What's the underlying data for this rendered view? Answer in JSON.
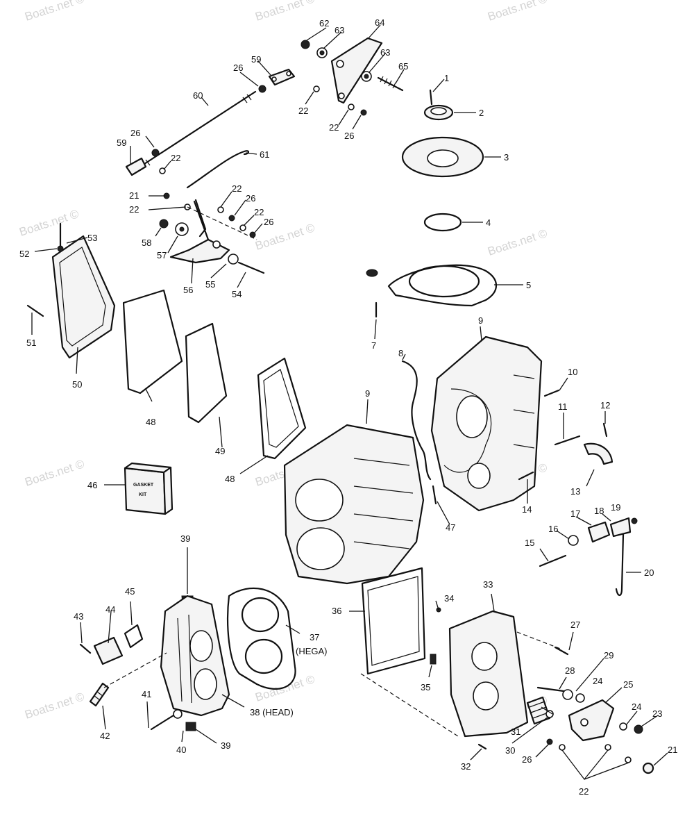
{
  "watermark": "Boats.net ©",
  "gasket_kit_box_text": [
    "GASKET",
    "KIT"
  ],
  "callouts": [
    {
      "id": "c1",
      "text": "1"
    },
    {
      "id": "c2",
      "text": "2"
    },
    {
      "id": "c3",
      "text": "3"
    },
    {
      "id": "c4",
      "text": "4"
    },
    {
      "id": "c5",
      "text": "5"
    },
    {
      "id": "c7",
      "text": "7"
    },
    {
      "id": "c8",
      "text": "8"
    },
    {
      "id": "c9a",
      "text": "9"
    },
    {
      "id": "c9b",
      "text": "9"
    },
    {
      "id": "c10",
      "text": "10"
    },
    {
      "id": "c11",
      "text": "11"
    },
    {
      "id": "c12",
      "text": "12"
    },
    {
      "id": "c13",
      "text": "13"
    },
    {
      "id": "c14",
      "text": "14"
    },
    {
      "id": "c15",
      "text": "15"
    },
    {
      "id": "c16",
      "text": "16"
    },
    {
      "id": "c17",
      "text": "17"
    },
    {
      "id": "c18",
      "text": "18"
    },
    {
      "id": "c19",
      "text": "19"
    },
    {
      "id": "c20",
      "text": "20"
    },
    {
      "id": "c21a",
      "text": "21"
    },
    {
      "id": "c21b",
      "text": "21"
    },
    {
      "id": "c22a",
      "text": "22"
    },
    {
      "id": "c22b",
      "text": "22"
    },
    {
      "id": "c22c",
      "text": "22"
    },
    {
      "id": "c22d",
      "text": "22"
    },
    {
      "id": "c22e",
      "text": "22"
    },
    {
      "id": "c22f",
      "text": "22"
    },
    {
      "id": "c22g",
      "text": "22"
    },
    {
      "id": "c23",
      "text": "23"
    },
    {
      "id": "c24a",
      "text": "24"
    },
    {
      "id": "c24b",
      "text": "24"
    },
    {
      "id": "c25",
      "text": "25"
    },
    {
      "id": "c26a",
      "text": "26"
    },
    {
      "id": "c26b",
      "text": "26"
    },
    {
      "id": "c26c",
      "text": "26"
    },
    {
      "id": "c26d",
      "text": "26"
    },
    {
      "id": "c26e",
      "text": "26"
    },
    {
      "id": "c26f",
      "text": "26"
    },
    {
      "id": "c27",
      "text": "27"
    },
    {
      "id": "c28",
      "text": "28"
    },
    {
      "id": "c29",
      "text": "29"
    },
    {
      "id": "c30",
      "text": "30"
    },
    {
      "id": "c31",
      "text": "31"
    },
    {
      "id": "c32",
      "text": "32"
    },
    {
      "id": "c33",
      "text": "33"
    },
    {
      "id": "c34",
      "text": "34"
    },
    {
      "id": "c35",
      "text": "35"
    },
    {
      "id": "c36",
      "text": "36"
    },
    {
      "id": "c37",
      "text": "37"
    },
    {
      "id": "c37b",
      "text": "(HEGA)"
    },
    {
      "id": "c38",
      "text": "38 (HEAD)"
    },
    {
      "id": "c39a",
      "text": "39"
    },
    {
      "id": "c39b",
      "text": "39"
    },
    {
      "id": "c40",
      "text": "40"
    },
    {
      "id": "c41",
      "text": "41"
    },
    {
      "id": "c42",
      "text": "42"
    },
    {
      "id": "c43",
      "text": "43"
    },
    {
      "id": "c44",
      "text": "44"
    },
    {
      "id": "c45",
      "text": "45"
    },
    {
      "id": "c46",
      "text": "46"
    },
    {
      "id": "c47",
      "text": "47"
    },
    {
      "id": "c48a",
      "text": "48"
    },
    {
      "id": "c48b",
      "text": "48"
    },
    {
      "id": "c49",
      "text": "49"
    },
    {
      "id": "c50",
      "text": "50"
    },
    {
      "id": "c51",
      "text": "51"
    },
    {
      "id": "c52",
      "text": "52"
    },
    {
      "id": "c53",
      "text": "53"
    },
    {
      "id": "c54",
      "text": "54"
    },
    {
      "id": "c55",
      "text": "55"
    },
    {
      "id": "c56",
      "text": "56"
    },
    {
      "id": "c57",
      "text": "57"
    },
    {
      "id": "c58",
      "text": "58"
    },
    {
      "id": "c59a",
      "text": "59"
    },
    {
      "id": "c59b",
      "text": "59"
    },
    {
      "id": "c60",
      "text": "60"
    },
    {
      "id": "c61",
      "text": "61"
    },
    {
      "id": "c62",
      "text": "62"
    },
    {
      "id": "c63a",
      "text": "63"
    },
    {
      "id": "c63b",
      "text": "63"
    },
    {
      "id": "c64",
      "text": "64"
    },
    {
      "id": "c65",
      "text": "65"
    }
  ]
}
